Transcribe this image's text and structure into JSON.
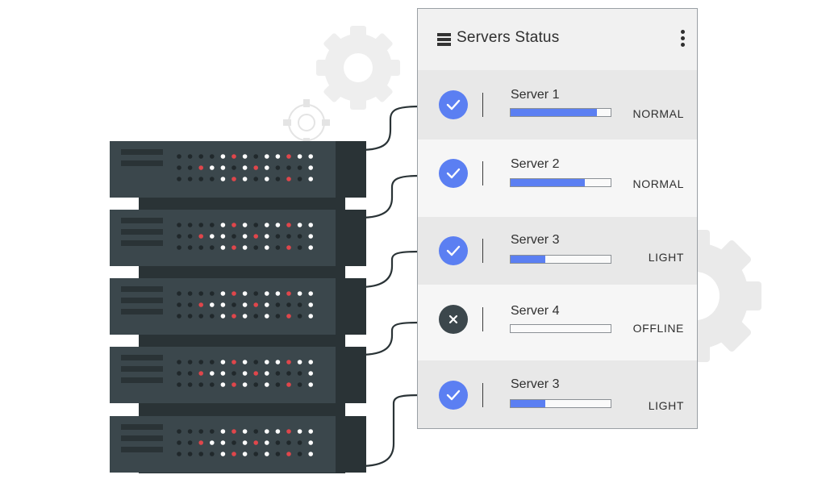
{
  "panel": {
    "title": "Servers Status",
    "header_icon": "server-stack-icon",
    "menu_icon": "kebab-menu-icon"
  },
  "servers": [
    {
      "name": "Server 1",
      "status": "NORMAL",
      "load": 0.86,
      "state": "ok",
      "icon": "check-icon"
    },
    {
      "name": "Server 2",
      "status": "NORMAL",
      "load": 0.74,
      "state": "ok",
      "icon": "check-icon"
    },
    {
      "name": "Server 3",
      "status": "LIGHT",
      "load": 0.35,
      "state": "ok",
      "icon": "check-icon"
    },
    {
      "name": "Server 4",
      "status": "OFFLINE",
      "load": 0.0,
      "state": "off",
      "icon": "x-icon"
    },
    {
      "name": "Server 3",
      "status": "LIGHT",
      "load": 0.35,
      "state": "ok",
      "icon": "check-icon"
    }
  ],
  "colors": {
    "accent": "#5b7ff2",
    "rack": "#3b474c",
    "rack_dark": "#2a3336",
    "led_red": "#e0464b",
    "gear": "#e6e6e6"
  }
}
